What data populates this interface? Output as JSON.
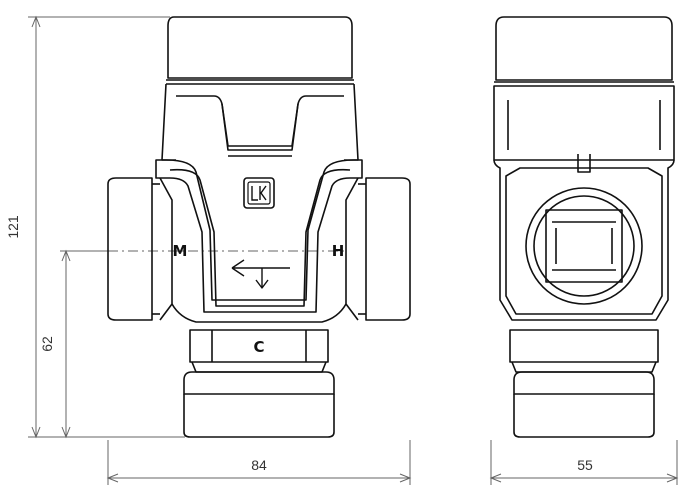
{
  "dimensions": {
    "height_total": "121",
    "height_axis": "62",
    "width_front": "84",
    "width_side": "55"
  },
  "ports": {
    "mixed": "M",
    "hot": "H",
    "cold": "C"
  },
  "logo": {
    "text": "LK",
    "icon": "lk-logo-icon"
  },
  "colors": {
    "line": "#111111",
    "dimension": "#555555"
  }
}
